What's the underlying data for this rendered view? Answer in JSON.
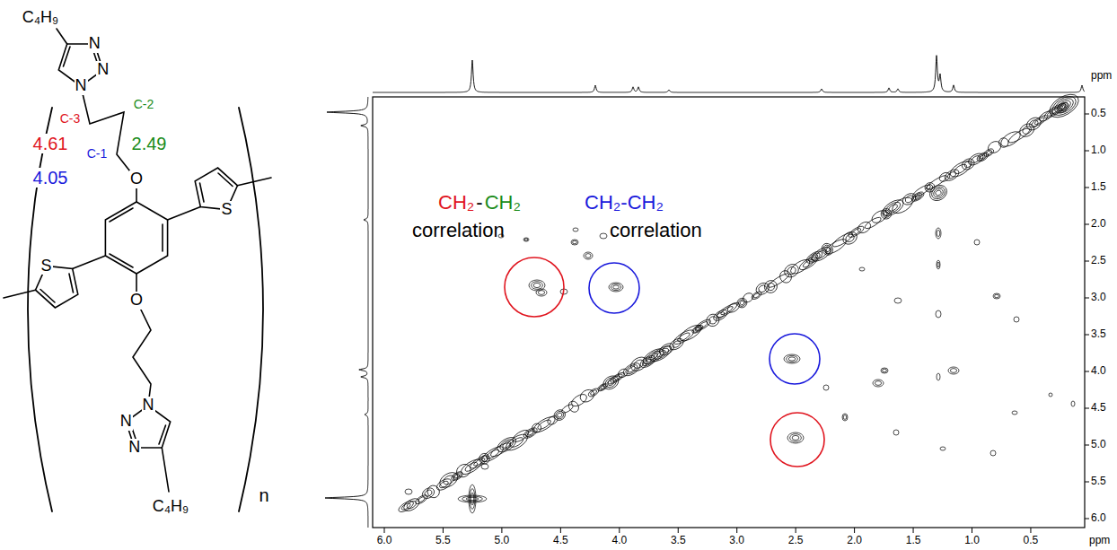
{
  "diagram": {
    "labels": [
      "C₄H₉",
      "N",
      "N",
      "N",
      "C-3",
      "C-2",
      "4.61",
      "2.49",
      "C-1",
      "4.05",
      "O",
      "S",
      "S",
      "O",
      "N",
      "N",
      "N",
      "n",
      "C₄H₉",
      "CH₂",
      "-",
      "CH₂",
      "CH₂-CH₂",
      "correlation",
      "correlation",
      "ppm",
      "0.5",
      "1.0",
      "1.5",
      "2.0",
      "2.5",
      "3.0",
      "3.5",
      "4.0",
      "4.5",
      "5.0",
      "5.5",
      "6.0",
      "6.0",
      "5.5",
      "5.0",
      "4.5",
      "4.0",
      "3.5",
      "3.0",
      "2.5",
      "2.0",
      "1.5",
      "1.0",
      "0.5",
      "ppm"
    ]
  }
}
